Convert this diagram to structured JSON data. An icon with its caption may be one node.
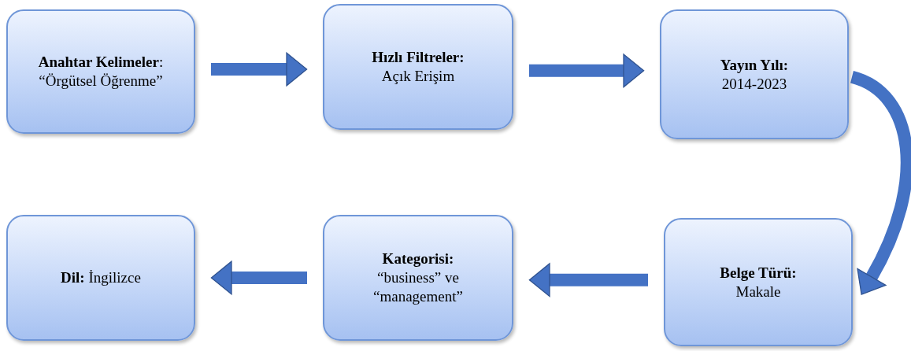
{
  "diagram": {
    "nodes": [
      {
        "text": [
          "**Anahtar Kelimeler**: “Örgütsel Öğrenme”"
        ]
      },
      {
        "text": [
          "Hızlı Filtreler:",
          "Açık Erişim"
        ]
      },
      {
        "text": [
          "Yayın Yılı:",
          "2014-2023"
        ]
      },
      {
        "text": [
          "Belge Türü:",
          "Makale"
        ]
      },
      {
        "text": [
          "Kategorisi:",
          "“business” ve “management”"
        ]
      },
      {
        "text": [
          "**Dil:** İngilizce"
        ]
      }
    ],
    "edges": [
      {
        "from": 0,
        "to": 1,
        "arrow": "to"
      },
      {
        "from": 1,
        "to": 2,
        "arrow": "to"
      },
      {
        "from": 2,
        "to": 3,
        "arrow": "to"
      },
      {
        "from": 3,
        "to": 4,
        "arrow": "to"
      },
      {
        "from": 4,
        "to": 5,
        "arrow": "to"
      }
    ]
  }
}
